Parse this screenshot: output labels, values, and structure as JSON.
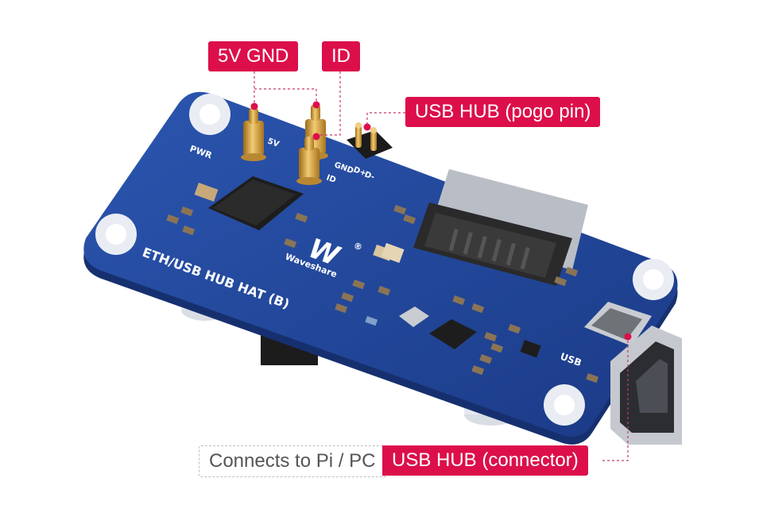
{
  "labels": {
    "five_v_gnd": "5V GND",
    "id": "ID",
    "usb_hub_pogo": "USB HUB (pogo pin)",
    "connects_to_pi": "Connects to Pi / PC",
    "usb_hub_connector": "USB HUB (connector)"
  },
  "silkscreen": {
    "board_name": "ETH/USB HUB HAT (B)",
    "brand": "Waveshare",
    "brand_mark": "W",
    "pwr": "PWR",
    "usb": "USB",
    "gnd": "GND",
    "d_plus": "D+",
    "d_minus": "D-",
    "id_pin": "ID",
    "pin_5v": "5V",
    "registered": "®"
  },
  "colors": {
    "callout": "#dc0f4b",
    "pcb": "#1f3f8e",
    "pcb_dark": "#16306f",
    "gold": "#d8a13c",
    "leader": "#c8386b"
  }
}
